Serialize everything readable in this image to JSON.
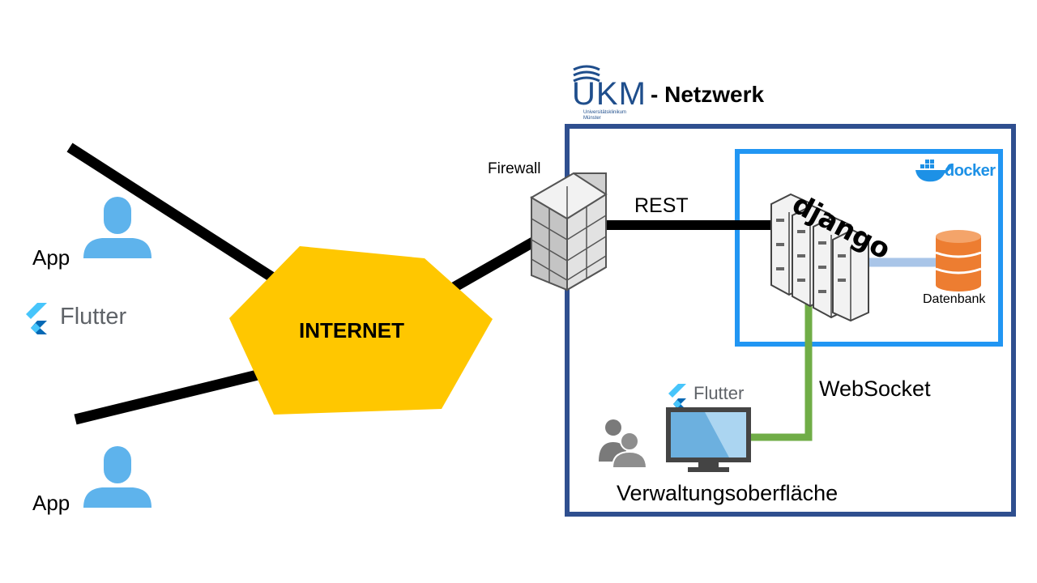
{
  "network_title": {
    "logo": "UKM",
    "logo_subtitle_1": "Universitätsklinikum",
    "logo_subtitle_2": "Münster",
    "suffix": "- Netzwerk"
  },
  "internet": {
    "label": "INTERNET"
  },
  "firewall": {
    "label": "Firewall"
  },
  "connections": {
    "rest": "REST",
    "websocket": "WebSocket"
  },
  "apps": [
    {
      "label": "App"
    },
    {
      "label": "App"
    }
  ],
  "flutter": {
    "label": "Flutter"
  },
  "docker": {
    "label": "docker"
  },
  "django": {
    "label": "django"
  },
  "database": {
    "label": "Datenbank"
  },
  "admin": {
    "label": "Verwaltungsoberfläche",
    "flutter_label": "Flutter"
  },
  "colors": {
    "internet": "#ffc700",
    "network_border": "#2f4f8f",
    "docker_border": "#2196f3",
    "websocket_line": "#70ad47",
    "db_line": "#a9c5e8",
    "user_icon": "#5eb3ec",
    "database": "#ed7d31"
  }
}
